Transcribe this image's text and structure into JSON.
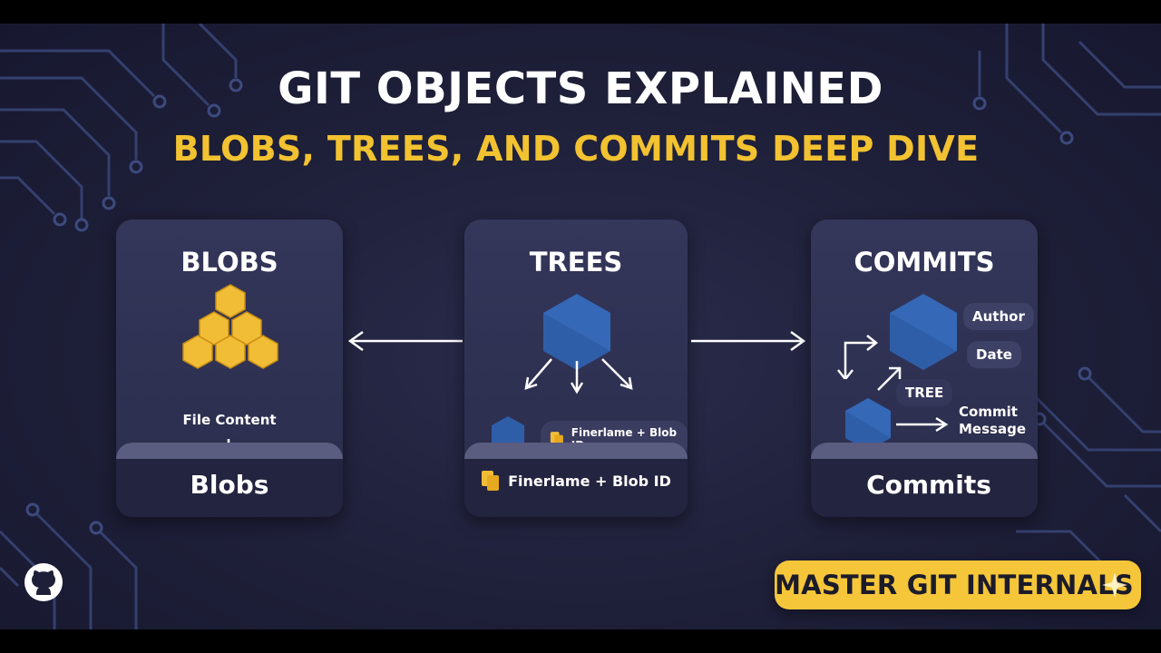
{
  "header": {
    "title": "GIT OBJECTS EXPLAINED",
    "subtitle": "BLOBS, TREES, AND COMMITS DEEP DIVE"
  },
  "cards": {
    "blobs": {
      "title": "BLOBS",
      "content_label": "File Content",
      "band_label": "Blobs"
    },
    "trees": {
      "title": "TREES",
      "chip_label": "Finerlame + Blob ID",
      "band_label": "Finerlame + Blob ID"
    },
    "commits": {
      "title": "COMMITS",
      "author": "Author",
      "date": "Date",
      "tree": "TREE",
      "commit_message": "Commit Message",
      "band_label": "Commits"
    }
  },
  "cta": {
    "label": "MASTER GIT INTERNALS"
  },
  "colors": {
    "accent_yellow": "#f2c230",
    "hex_blue": "#2f5ea8",
    "card_bg": "#34365a",
    "background": "#1e1f38"
  },
  "icons": [
    "github-icon",
    "file-icon",
    "hexagon-icon",
    "honeycomb-icon",
    "sparkle-icon"
  ]
}
